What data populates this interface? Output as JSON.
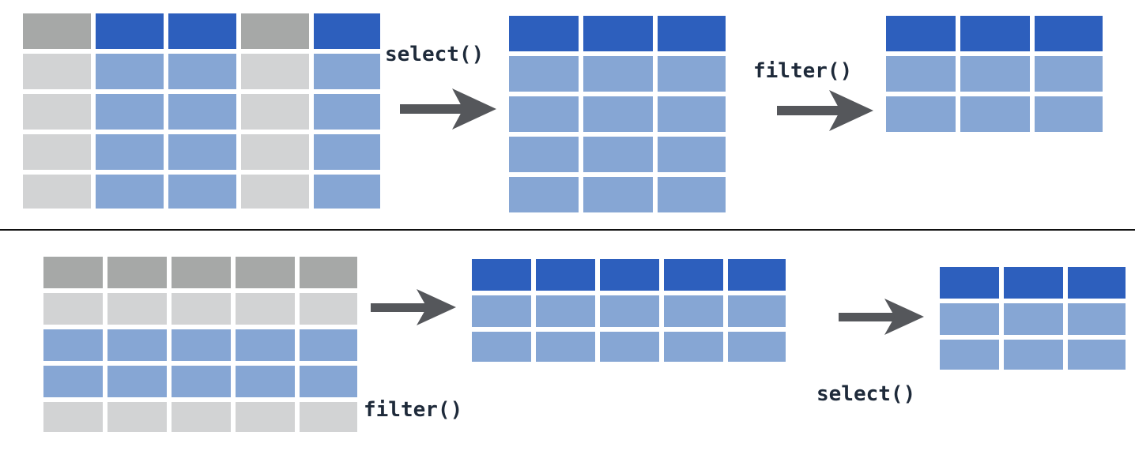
{
  "top_pipeline": {
    "step1_label": "select()",
    "step2_label": "filter()"
  },
  "bottom_pipeline": {
    "step1_label": "filter()",
    "step2_label": "select()"
  },
  "colors": {
    "header_grey": "#a6a8a7",
    "header_blue": "#2d5fbd",
    "cell_grey": "#d2d3d4",
    "cell_blue": "#86a6d4",
    "arrow": "#55575b"
  }
}
